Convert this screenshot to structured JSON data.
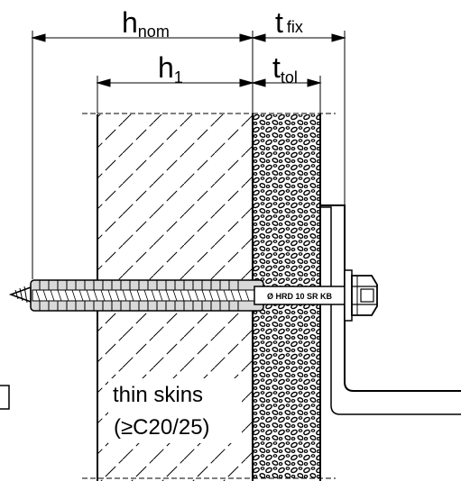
{
  "dimensions": {
    "h_nom": {
      "main": "h",
      "sub": "nom"
    },
    "t_fix": {
      "main": "t",
      "sub": "fix"
    },
    "h_1": {
      "main": "h",
      "sub": "1"
    },
    "t_tol": {
      "main": "t",
      "sub": "tol"
    }
  },
  "label": {
    "line1": "thin skins",
    "line2": "(≥C20/25)"
  },
  "anchor_marking": "Ø HRD 10 SR KB",
  "colors": {
    "line": "#000000",
    "background": "#ffffff",
    "plug": "#d9d9d9"
  }
}
